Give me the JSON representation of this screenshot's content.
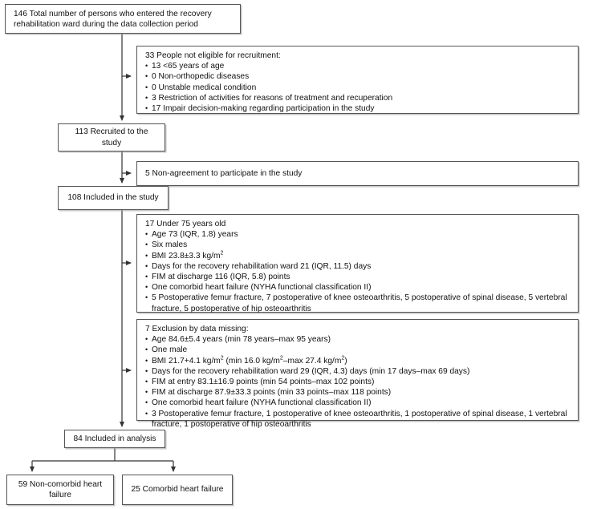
{
  "chart_data": {
    "type": "diagram",
    "title": "Participant flow diagram (CONSORT-style)",
    "nodes": [
      {
        "id": "total",
        "label": "146 Total number of persons who entered the recovery rehabilitation ward during the data collection period",
        "count": 146
      },
      {
        "id": "not-eligible",
        "label": "33 People not eligible for recruitment:",
        "count": 33
      },
      {
        "id": "recruited",
        "label": "113 Recruited to the study",
        "count": 113
      },
      {
        "id": "non-agreement",
        "label": "5 Non-agreement to participate in the study",
        "count": 5
      },
      {
        "id": "included-study",
        "label": "108 Included in the study",
        "count": 108
      },
      {
        "id": "under-75",
        "label": "17 Under 75 years old",
        "count": 17
      },
      {
        "id": "exclusion-missing",
        "label": "7 Exclusion by data missing:",
        "count": 7
      },
      {
        "id": "included-analysis",
        "label": "84 Included in analysis",
        "count": 84
      },
      {
        "id": "non-comorbid",
        "label": "59 Non-comorbid heart failure",
        "count": 59
      },
      {
        "id": "comorbid",
        "label": "25 Comorbid heart failure",
        "count": 25
      }
    ],
    "edges": [
      {
        "from": "total",
        "to": "not-eligible",
        "kind": "exclusion"
      },
      {
        "from": "total",
        "to": "recruited",
        "kind": "flow"
      },
      {
        "from": "recruited",
        "to": "non-agreement",
        "kind": "exclusion"
      },
      {
        "from": "recruited",
        "to": "included-study",
        "kind": "flow"
      },
      {
        "from": "included-study",
        "to": "under-75",
        "kind": "exclusion"
      },
      {
        "from": "included-study",
        "to": "exclusion-missing",
        "kind": "exclusion"
      },
      {
        "from": "included-study",
        "to": "included-analysis",
        "kind": "flow"
      },
      {
        "from": "included-analysis",
        "to": "non-comorbid",
        "kind": "flow"
      },
      {
        "from": "included-analysis",
        "to": "comorbid",
        "kind": "flow"
      }
    ]
  },
  "boxes": {
    "total": {
      "text": "146 Total number of persons who entered the recovery rehabilitation ward during the data collection period"
    },
    "not_eligible": {
      "heading": "33 People not eligible for recruitment:",
      "items": [
        "13 <65 years of age",
        "0 Non-orthopedic diseases",
        "0 Unstable medical condition",
        "3 Restriction of activities for reasons of treatment and recuperation",
        "17 Impair decision-making regarding participation in the study"
      ]
    },
    "recruited": {
      "line1": "113 Recruited to the",
      "line2": "study"
    },
    "non_agreement": {
      "text": "5 Non-agreement to participate in the study"
    },
    "included_study": {
      "text": "108 Included in the study"
    },
    "under_75": {
      "heading": "17 Under 75 years old",
      "items": [
        {
          "pre": "Age 73 (IQR, 1.8) years",
          "sup": "",
          "post": ""
        },
        {
          "pre": "Six males",
          "sup": "",
          "post": ""
        },
        {
          "pre": "BMI 23.8±3.3 kg/m",
          "sup": "2",
          "post": ""
        },
        {
          "pre": "Days for the recovery rehabilitation ward 21 (IQR, 11.5) days",
          "sup": "",
          "post": ""
        },
        {
          "pre": "FIM at discharge 116 (IQR, 5.8) points",
          "sup": "",
          "post": ""
        },
        {
          "pre": "One comorbid heart failure (NYHA functional classification II)",
          "sup": "",
          "post": ""
        },
        {
          "pre": "5 Postoperative femur fracture, 7 postoperative of knee osteoarthritis, 5 postoperative of spinal disease, 5 vertebral fracture, 5 postoperative of hip osteoarthritis",
          "sup": "",
          "post": ""
        }
      ]
    },
    "exclusion_missing": {
      "heading": "7 Exclusion by data missing:",
      "items": [
        {
          "pre": "Age 84.6±5.4 years (min 78 years–max 95 years)",
          "sup": "",
          "post": ""
        },
        {
          "pre": "One male",
          "sup": "",
          "post": ""
        },
        {
          "pre": "BMI 21.7+4.1 kg/m",
          "sup": "2",
          "mid": " (min 16.0 kg/m",
          "sup2": "2",
          "post": "–max 27.4 kg/m",
          "sup3": "2",
          "tail": ")"
        },
        {
          "pre": "Days for the recovery rehabilitation ward 29 (IQR, 4.3) days (min 17 days–max 69 days)",
          "sup": "",
          "post": ""
        },
        {
          "pre": "FIM at entry 83.1±16.9 points (min 54 points–max 102 points)",
          "sup": "",
          "post": ""
        },
        {
          "pre": "FIM at discharge 87.9±33.3 points (min 33 points–max 118 points)",
          "sup": "",
          "post": ""
        },
        {
          "pre": "One comorbid heart failure (NYHA functional classification II)",
          "sup": "",
          "post": ""
        },
        {
          "pre": "3 Postoperative femur fracture, 1 postoperative of knee osteoarthritis, 1 postoperative of spinal disease, 1 vertebral fracture, 1 postoperative of hip osteoarthritis",
          "sup": "",
          "post": ""
        }
      ]
    },
    "included_analysis": {
      "text": "84 Included in analysis"
    },
    "non_comorbid": {
      "line1": "59 Non-comorbid heart",
      "line2": "failure"
    },
    "comorbid": {
      "text": "25 Comorbid heart failure"
    }
  },
  "colors": {
    "border": "#555555",
    "text": "#111111",
    "background": "#ffffff",
    "connector": "#333333"
  }
}
